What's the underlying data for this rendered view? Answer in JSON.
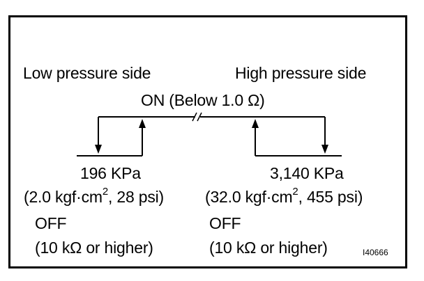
{
  "labels": {
    "low_side": "Low pressure side",
    "high_side": "High pressure side",
    "on_state": "ON (Below 1.0 Ω)"
  },
  "low": {
    "pressure": "196 KPa",
    "units_pre": "(2.0 kgf·cm",
    "units_sup": "2",
    "units_post": ", 28 psi)",
    "off_label": "OFF",
    "off_resistance": "(10 kΩ or higher)"
  },
  "high": {
    "pressure": "3,140 KPa",
    "units_pre": "(32.0 kgf·cm",
    "units_sup": "2",
    "units_post": ", 455 psi)",
    "off_label": "OFF",
    "off_resistance": "(10 kΩ or higher)"
  },
  "figure_code": "I40666"
}
